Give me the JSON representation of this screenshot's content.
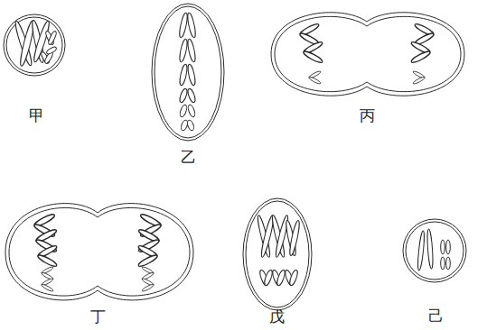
{
  "diagram": {
    "labels": [
      "甲",
      "乙",
      "丙",
      "丁",
      "戊",
      "己"
    ]
  }
}
